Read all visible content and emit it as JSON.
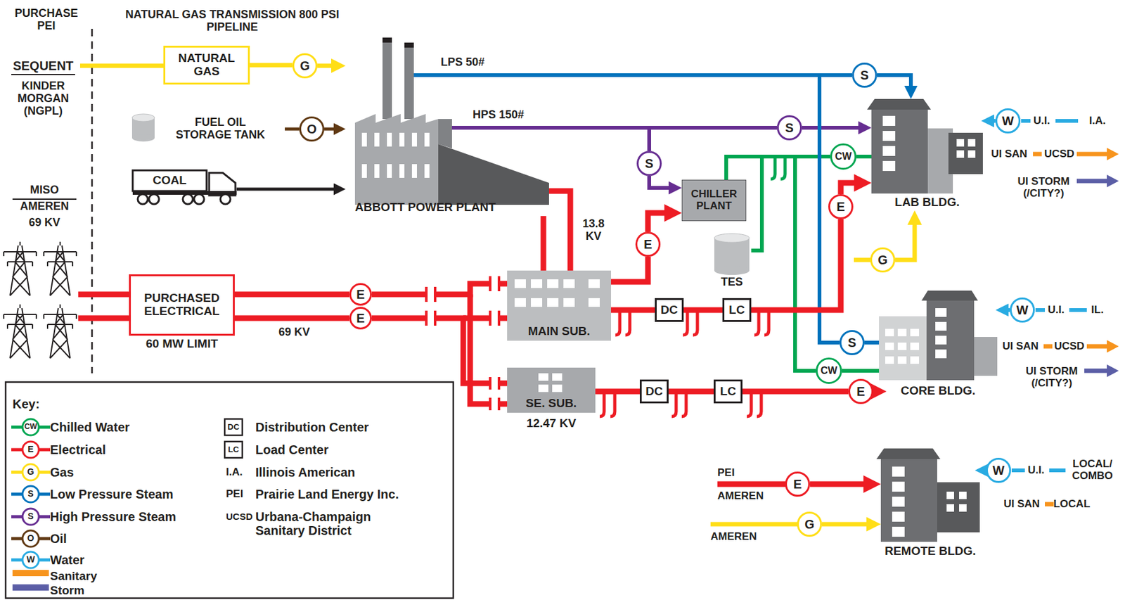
{
  "diagram": {
    "nodes": [
      {
        "text": [
          "NATURAL GAS"
        ]
      },
      {
        "text": [
          "G"
        ]
      },
      {
        "text": [
          "FUEL OIL STORAGE TANK"
        ]
      },
      {
        "text": [
          "O"
        ]
      },
      {
        "text": [
          "COAL"
        ]
      },
      {
        "text": [
          "ABBOTT POWER PLANT"
        ]
      },
      {
        "text": [
          "S"
        ]
      },
      {
        "text": [
          "S"
        ]
      },
      {
        "text": [
          "S"
        ]
      },
      {
        "text": [
          "LAB BLDG."
        ]
      },
      {
        "text": [
          "W"
        ]
      },
      {
        "text": [
          "CW"
        ]
      },
      {
        "text": [
          "CHILLER PLANT"
        ]
      },
      {
        "text": [
          "E"
        ]
      },
      {
        "text": [
          "G"
        ]
      },
      {
        "text": [
          "TES"
        ]
      },
      {
        "text": [
          "PURCHASED ELECTRICAL",
          "60 MW LIMIT"
        ]
      },
      {
        "text": [
          "E"
        ]
      },
      {
        "text": [
          "E"
        ]
      },
      {
        "text": [
          "E"
        ]
      },
      {
        "text": [
          "MAIN SUB."
        ]
      },
      {
        "text": [
          "DC"
        ]
      },
      {
        "text": [
          "LC"
        ]
      },
      {
        "text": [
          "CORE BLDG."
        ]
      },
      {
        "text": [
          "W"
        ]
      },
      {
        "text": [
          "S"
        ]
      },
      {
        "text": [
          "CW"
        ]
      },
      {
        "text": [
          "SE. SUB.",
          "12.47 KV"
        ]
      },
      {
        "text": [
          "DC"
        ]
      },
      {
        "text": [
          "LC"
        ]
      },
      {
        "text": [
          "E"
        ]
      },
      {
        "text": [
          "REMOTE BLDG."
        ]
      },
      {
        "text": [
          "E"
        ]
      },
      {
        "text": [
          "W"
        ]
      },
      {
        "text": [
          "G"
        ]
      }
    ],
    "edges": [
      {
        "from": 0,
        "to": 1,
        "arrow": "none"
      },
      {
        "from": 1,
        "to": 5,
        "arrow": "to"
      },
      {
        "from": 3,
        "to": 5,
        "arrow": "to"
      },
      {
        "from": 2,
        "to": 3,
        "arrow": "none"
      },
      {
        "from": 4,
        "to": 5,
        "arrow": "to"
      },
      {
        "from": 5,
        "to": 6,
        "arrow": "none"
      },
      {
        "from": 6,
        "to": 9,
        "arrow": "to"
      },
      {
        "from": 5,
        "to": 7,
        "arrow": "none"
      },
      {
        "from": 7,
        "to": 9,
        "arrow": "to"
      },
      {
        "from": 5,
        "to": 8,
        "arrow": "none"
      },
      {
        "from": 8,
        "to": 12,
        "arrow": "to"
      },
      {
        "from": 12,
        "to": 11,
        "arrow": "none"
      },
      {
        "from": 11,
        "to": 9,
        "arrow": "none"
      },
      {
        "from": 15,
        "to": 11,
        "arrow": "none"
      },
      {
        "from": 12,
        "to": 26,
        "arrow": "none"
      },
      {
        "from": 26,
        "to": 23,
        "arrow": "none"
      },
      {
        "from": 10,
        "to": 9,
        "arrow": "to"
      },
      {
        "from": 5,
        "to": 25,
        "arrow": "none"
      },
      {
        "from": 25,
        "to": 23,
        "arrow": "none"
      },
      {
        "from": 24,
        "to": 23,
        "arrow": "to"
      },
      {
        "from": 16,
        "to": 17,
        "arrow": "none"
      },
      {
        "from": 16,
        "to": 18,
        "arrow": "none"
      },
      {
        "from": 17,
        "to": 20,
        "arrow": "none"
      },
      {
        "from": 18,
        "to": 27,
        "arrow": "none"
      },
      {
        "from": 20,
        "to": 5,
        "arrow": "none"
      },
      {
        "from": 20,
        "to": 19,
        "arrow": "none"
      },
      {
        "from": 19,
        "to": 12,
        "arrow": "to"
      },
      {
        "from": 20,
        "to": 21,
        "arrow": "none"
      },
      {
        "from": 21,
        "to": 22,
        "arrow": "none"
      },
      {
        "from": 22,
        "to": 13,
        "arrow": "none"
      },
      {
        "from": 13,
        "to": 9,
        "arrow": "to"
      },
      {
        "from": 27,
        "to": 28,
        "arrow": "none"
      },
      {
        "from": 28,
        "to": 29,
        "arrow": "none"
      },
      {
        "from": 29,
        "to": 30,
        "arrow": "none"
      },
      {
        "from": 30,
        "to": 23,
        "arrow": "to"
      },
      {
        "from": 32,
        "to": 31,
        "arrow": "to"
      },
      {
        "from": 34,
        "to": 31,
        "arrow": "to"
      },
      {
        "from": 33,
        "to": 31,
        "arrow": "to"
      },
      {
        "from": 14,
        "to": 9,
        "arrow": "to"
      }
    ],
    "labels": [
      "PURCHASE PEI",
      "NATURAL GAS TRANSMISSION 800 PSI PIPELINE",
      "SEQUENT",
      "KINDER MORGAN (NGPL)",
      "LPS 50#",
      "HPS 150#",
      "MISO",
      "AMEREN",
      "69 KV",
      "13.8 KV",
      "69 KV",
      "U.I.",
      "I.A.",
      "UI SAN",
      "UCSD",
      "UI STORM (/CITY?)",
      "U.I.",
      "IL.",
      "UI SAN",
      "UCSD",
      "UI STORM (/CITY?)",
      "PEI",
      "AMEREN",
      "AMEREN",
      "U.I.",
      "LOCAL/ COMBO",
      "UI SAN",
      "LOCAL",
      "Key:",
      "CW",
      "E",
      "G",
      "S",
      "S",
      "O",
      "W",
      "DC",
      "LC",
      "I.A.",
      "Illinois American",
      "PEI",
      "Prairie Land Energy Inc.",
      "UCSD",
      "Urbana-Champaign Sanitary District"
    ],
    "legend": [
      {
        "text": "Chilled Water"
      },
      {
        "text": "Electrical"
      },
      {
        "text": "Gas"
      },
      {
        "text": "Low Pressure Steam"
      },
      {
        "text": "High Pressure Steam"
      },
      {
        "text": "Oil"
      },
      {
        "text": "Water"
      },
      {
        "text": "Sanitary",
        "color": "#f7941d"
      },
      {
        "text": "Storm",
        "color": "#5b5ea6"
      },
      {
        "text": "Distribution Center"
      },
      {
        "text": "Load Center"
      }
    ]
  }
}
